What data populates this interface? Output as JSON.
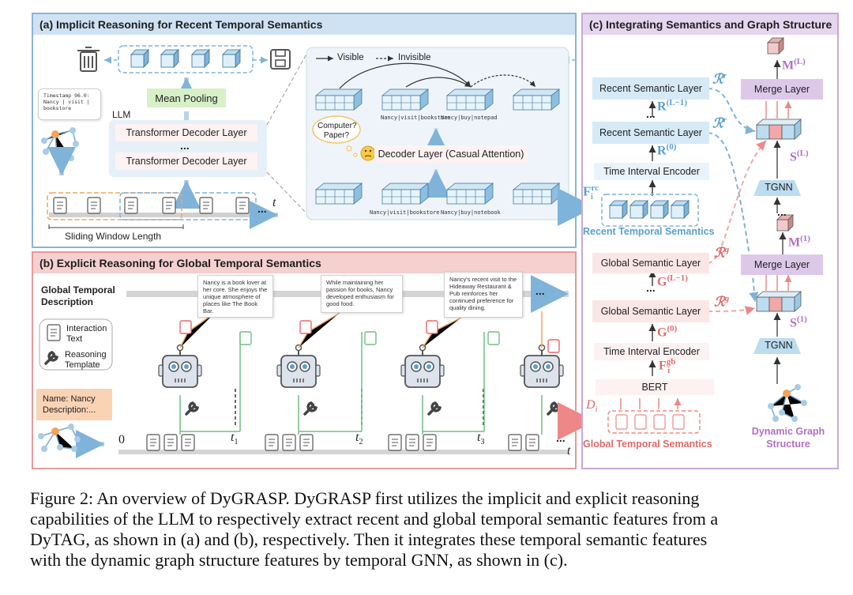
{
  "panel_a": {
    "title": "(a) Implicit Reasoning for Recent Temporal Semantics",
    "timestamp_note": "Timestamp 96.0: Nancy | visit | bookstore",
    "mean_pooling": "Mean Pooling",
    "llm_label": "LLM",
    "decoder_layer_top": "Transformer Decoder Layer",
    "decoder_layer_bottom": "Transformer Decoder Layer",
    "dots": "...",
    "time_axis": "t",
    "sliding_window": "Sliding Window Length",
    "legend_visible": "Visible",
    "legend_invisible": "Invisible",
    "question_bubble": "Computer? Paper?",
    "decoder_causal": "Decoder Layer (Casual Attention)",
    "token_top_1": "Nancy|visit|bookstore",
    "token_top_2": "Nancy|buy|notepad",
    "token_bottom_1": "Nancy|visit|bookstore",
    "token_bottom_2": "Nancy|buy|notebook"
  },
  "panel_b": {
    "title": "(b) Explicit Reasoning for Global Temporal Semantics",
    "global_desc": "Global Temporal Description",
    "legend_interaction": "Interaction Text",
    "legend_reasoning": "Reasoning Template",
    "name_box": "Name: Nancy Description:...",
    "note_1": "Nancy is a book lover at her core. She enjoys the unique atmosphere of places like The Book Bar.",
    "note_2": "While maintaining her passion for books, Nancy developed enthusiasm for good food.",
    "note_3": "Nancy's recent visit to the Hideaway Restaurant & Pub reinforces her continued preference for quality dining.",
    "t0": "0",
    "t1": "t",
    "t1_sub": "1",
    "t2": "t",
    "t2_sub": "2",
    "t3": "t",
    "t3_sub": "3",
    "t_end": "t",
    "dots": "..."
  },
  "panel_c": {
    "title": "(c) Integrating Semantics and Graph Structure",
    "recent_layer_top": "Recent Semantic Layer",
    "recent_layer_bottom": "Recent Semantic Layer",
    "time_encoder_recent": "Time Interval Encoder",
    "r_sup": "r",
    "r_label_L": "R",
    "r_sup_L": "(L−1)",
    "r_label_0": "R",
    "r_sup_0": "(0)",
    "f_rc": "F",
    "f_rc_sup": "rc",
    "f_rc_sub": "i",
    "recent_semantics": "Recent Temporal Semantics",
    "global_layer_top": "Global Semantic Layer",
    "global_layer_bottom": "Global Semantic Layer",
    "time_encoder_global": "Time Interval Encoder",
    "bert": "BERT",
    "g_sup": "g",
    "g_label_L": "G",
    "g_sup_L": "(L−1)",
    "g_label_0": "G",
    "g_sup_0": "(0)",
    "f_gb": "F",
    "f_gb_sup": "gb",
    "f_gb_sub": "i",
    "d_i": "D",
    "d_i_sub": "i",
    "global_semantics": "Global Temporal Semantics",
    "merge_top": "Merge Layer",
    "merge_bottom": "Merge Layer",
    "tgnn_top": "TGNN",
    "tgnn_bottom": "TGNN",
    "m_L": "M",
    "m_L_sup": "(L)",
    "m_1": "M",
    "m_1_sup": "(1)",
    "s_L": "S",
    "s_L_sup": "(L)",
    "s_1": "S",
    "s_1_sup": "(1)",
    "dynamic_graph": "Dynamic Graph Structure",
    "dots": "..."
  },
  "caption": {
    "line1": "Figure 2: An overview of DyGRASP. DyGRASP first utilizes the implicit and explicit reasoning",
    "line2": "capabilities of the LLM to respectively extract recent and global temporal semantic features from a",
    "line3": "DyTAG, as shown in (a) and (b), respectively. Then it integrates these temporal semantic features",
    "line4": "with the dynamic graph structure features by temporal GNN, as shown in (c)."
  },
  "colors": {
    "blue_border": "#8ab4d8",
    "blue_header": "#cfe2f3",
    "red_border": "#e59a9a",
    "red_header": "#f6cfcf",
    "purple_border": "#c8a8d8",
    "purple_header": "#e6d5ef",
    "blue_text": "#5aa0cf",
    "red_text": "#e06a6a",
    "green_box": "#d7f0c8"
  }
}
